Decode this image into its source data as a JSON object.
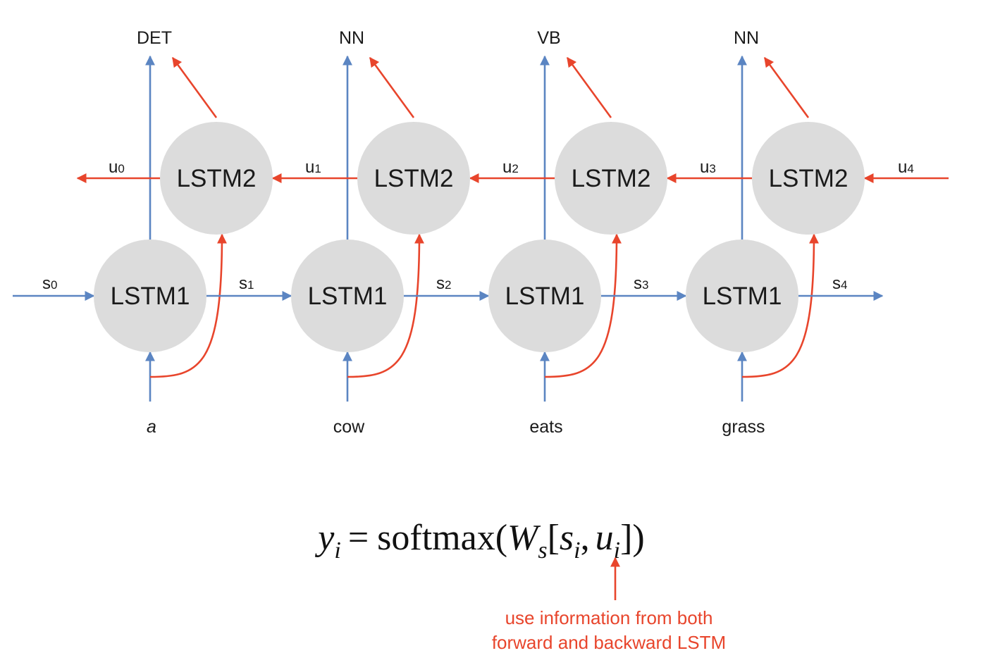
{
  "colors": {
    "forward": "#5b85c2",
    "backward": "#e8452c",
    "node": "#dcdcdc",
    "text": "#1a1a1a"
  },
  "columns": [
    {
      "word": "a",
      "word_italic": true,
      "tag": "DET",
      "lstm1": "LSTM1",
      "lstm2": "LSTM2",
      "s": "s",
      "s_sub": "1",
      "u": "u",
      "u_sub": "0"
    },
    {
      "word": "cow",
      "word_italic": false,
      "tag": "NN",
      "lstm1": "LSTM1",
      "lstm2": "LSTM2",
      "s": "s",
      "s_sub": "2",
      "u": "u",
      "u_sub": "1"
    },
    {
      "word": "eats",
      "word_italic": false,
      "tag": "VB",
      "lstm1": "LSTM1",
      "lstm2": "LSTM2",
      "s": "s",
      "s_sub": "3",
      "u": "u",
      "u_sub": "2"
    },
    {
      "word": "grass",
      "word_italic": false,
      "tag": "NN",
      "lstm1": "LSTM1",
      "lstm2": "LSTM2",
      "s": "s",
      "s_sub": "4",
      "u": "u",
      "u_sub": "3"
    }
  ],
  "initial_state": {
    "s": "s",
    "s_sub": "0"
  },
  "final_backward": {
    "u": "u",
    "u_sub": "4"
  },
  "equation": {
    "lhs": "y",
    "lhs_sub": "i",
    "equals": "=",
    "func_open": "softmax(",
    "W": "W",
    "W_sub": "s",
    "bracket_open": "[",
    "s": "s",
    "s_sub": "i",
    "comma": ",",
    "u": "u",
    "u_sub": "i",
    "close": "])"
  },
  "annotation": {
    "line1": "use information from both",
    "line2": "forward and backward LSTM"
  }
}
